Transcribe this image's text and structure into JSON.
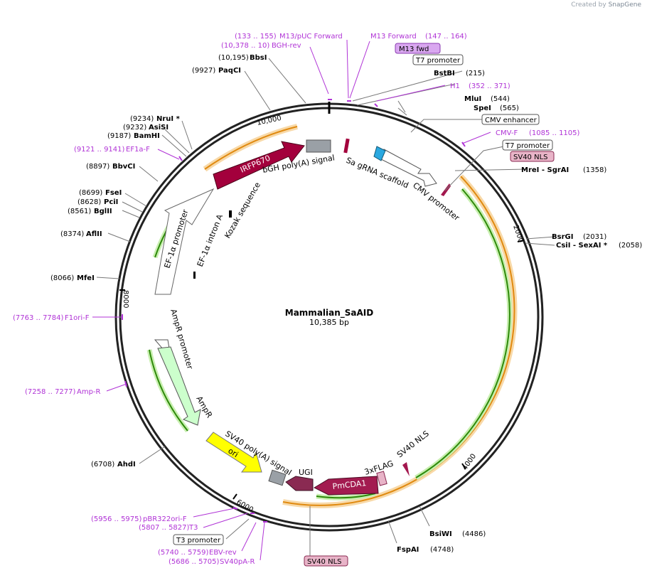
{
  "app": {
    "credit_prefix": "Created by",
    "credit_brand": "SnapGene"
  },
  "plasmid": {
    "name": "Mammalian_SaAID",
    "length_label": "10,385 bp",
    "length": 10385
  },
  "colors": {
    "primer": "#b033d6",
    "enzyme": "#000000",
    "orf_orange": "#f0a030",
    "orf_green": "#3ea30e",
    "irfp": "#a3003c",
    "pmcda": "#a31b50",
    "ugi": "#8a2a52",
    "ori": "#ffff00",
    "ampr": "#ccffcc",
    "terminator": "#9aa0a6",
    "nls_fill": "#e8b4c8",
    "cas_blue": "#2aa8e0"
  },
  "tick_labels": [
    "10,000",
    "2000",
    "4000",
    "6000",
    "8000"
  ],
  "enzymes": [
    {
      "name": "BbsI",
      "pos": "(10,195)"
    },
    {
      "name": "PaqCI",
      "pos": "(9927)"
    },
    {
      "name": "NruI *",
      "pos": "(9234)"
    },
    {
      "name": "AsiSI",
      "pos": "(9232)"
    },
    {
      "name": "BamHI",
      "pos": "(9187)"
    },
    {
      "name": "BbvCI",
      "pos": "(8897)"
    },
    {
      "name": "FseI",
      "pos": "(8699)"
    },
    {
      "name": "PciI",
      "pos": "(8628)"
    },
    {
      "name": "BglII",
      "pos": "(8561)"
    },
    {
      "name": "AflII",
      "pos": "(8374)"
    },
    {
      "name": "MfeI",
      "pos": "(8066)"
    },
    {
      "name": "AhdI",
      "pos": "(6708)"
    },
    {
      "name": "BstBI",
      "pos": "(215)"
    },
    {
      "name": "MluI",
      "pos": "(544)"
    },
    {
      "name": "SpeI",
      "pos": "(565)"
    },
    {
      "name": "MreI  - SgrAI",
      "pos": "(1358)"
    },
    {
      "name": "BsrGI",
      "pos": "(2031)"
    },
    {
      "name": "CsiI  - SexAI *",
      "pos": "(2058)"
    },
    {
      "name": "BsiWI",
      "pos": "(4486)"
    },
    {
      "name": "FspAI",
      "pos": "(4748)"
    }
  ],
  "primers": [
    {
      "name": "M13/pUC Forward",
      "pos": "(133 .. 155)"
    },
    {
      "name": "BGH-rev",
      "pos": "(10,378 .. 10)"
    },
    {
      "name": "M13 Forward",
      "pos": "(147 .. 164)"
    },
    {
      "name": "H1",
      "pos": "(352 .. 371)"
    },
    {
      "name": "CMV-F",
      "pos": "(1085 .. 1105)"
    },
    {
      "name": "EF1a-F",
      "pos": "(9121 .. 9141)"
    },
    {
      "name": "F1ori-F",
      "pos": "(7763 .. 7784)"
    },
    {
      "name": "Amp-R",
      "pos": "(7258 .. 7277)"
    },
    {
      "name": "pBR322ori-F",
      "pos": "(5956 .. 5975)"
    },
    {
      "name": "T3",
      "pos": "(5807 .. 5827)"
    },
    {
      "name": "EBV-rev",
      "pos": "(5740 .. 5759)"
    },
    {
      "name": "SV40pA-R",
      "pos": "(5686 .. 5705)"
    }
  ],
  "boxed_labels": [
    {
      "name": "M13 fwd"
    },
    {
      "name": "T7 promoter"
    },
    {
      "name": "CMV enhancer"
    },
    {
      "name": "T7 promoter"
    },
    {
      "name": "SV40 NLS"
    },
    {
      "name": "T3 promoter"
    },
    {
      "name": "SV40 NLS"
    }
  ],
  "features": [
    {
      "name": "IRFP670"
    },
    {
      "name": "bGH poly(A) signal"
    },
    {
      "name": "Sa gRNA scaffold"
    },
    {
      "name": "CMV promoter"
    },
    {
      "name": "EF-1α promoter"
    },
    {
      "name": "EF-1α intron A"
    },
    {
      "name": "Kozak sequence"
    },
    {
      "name": "AmpR promoter"
    },
    {
      "name": "AmpR"
    },
    {
      "name": "SV40 poly(A) signal"
    },
    {
      "name": "ori"
    },
    {
      "name": "UGI"
    },
    {
      "name": "PmCDA1"
    },
    {
      "name": "3xFLAG"
    },
    {
      "name": "SV40 NLS"
    }
  ]
}
